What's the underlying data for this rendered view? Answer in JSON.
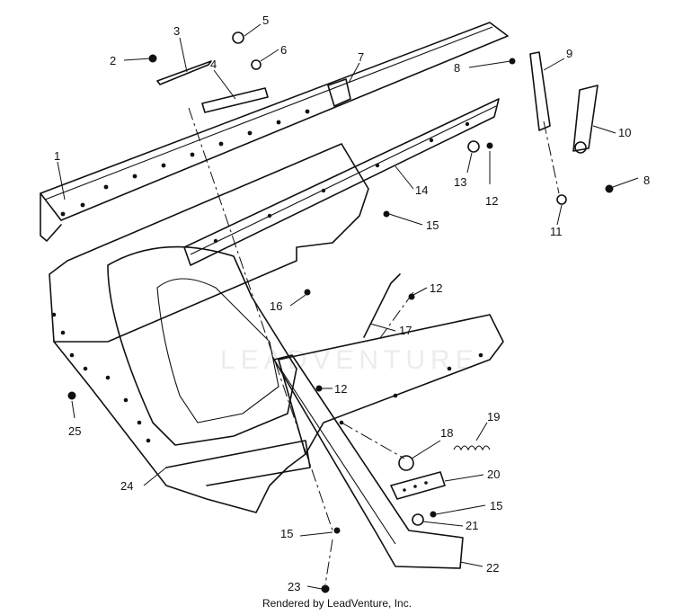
{
  "watermark": "LEADVENTURE",
  "credit": "Rendered by LeadVenture, Inc.",
  "callouts": [
    "1",
    "2",
    "3",
    "4",
    "5",
    "6",
    "7",
    "8",
    "8",
    "9",
    "10",
    "11",
    "12",
    "12",
    "12",
    "13",
    "14",
    "15",
    "15",
    "15",
    "16",
    "17",
    "18",
    "19",
    "20",
    "21",
    "22",
    "23",
    "24",
    "25"
  ]
}
